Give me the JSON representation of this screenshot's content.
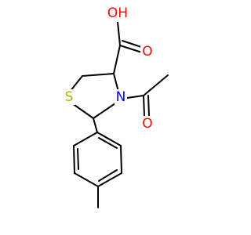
{
  "colors": {
    "background": "#ffffff",
    "bond": "#000000",
    "oxygen": "#ff0000",
    "nitrogen": "#0000ff",
    "sulfur": "#b2b200"
  },
  "atoms": {
    "carboxyl_oh": {
      "text": "OH",
      "element": "O"
    },
    "carboxyl_o": {
      "text": "O",
      "element": "O"
    },
    "ring_s": {
      "text": "S",
      "element": "S"
    },
    "ring_n": {
      "text": "N",
      "element": "N"
    },
    "acetyl_o": {
      "text": "O",
      "element": "O"
    }
  }
}
